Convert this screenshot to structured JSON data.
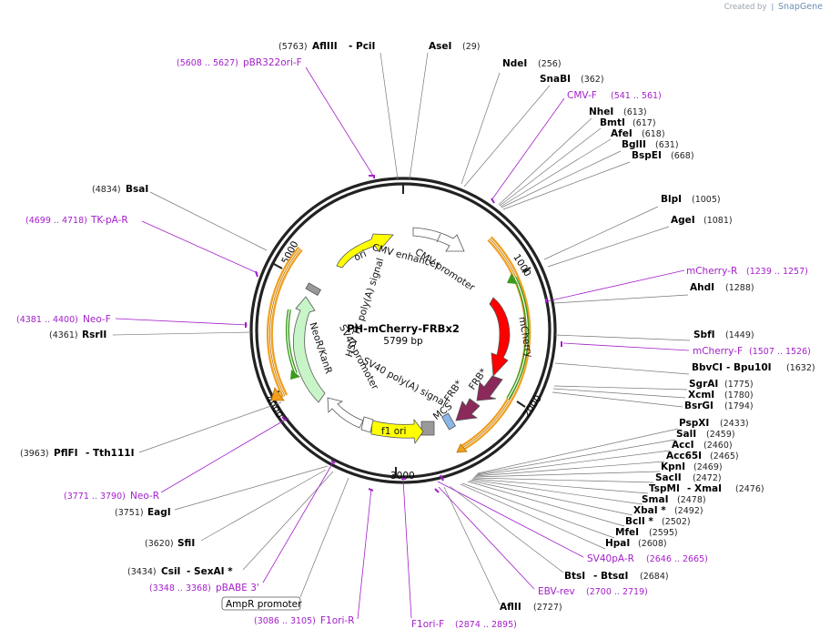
{
  "credit": {
    "prefix": "Created by",
    "brand": "SnapGene"
  },
  "plasmid": {
    "name": "PH-mCherry-FRBx2",
    "size": "5799 bp"
  },
  "ticks": [
    "1000",
    "2000",
    "3000",
    "4000",
    "5000"
  ],
  "features": {
    "ori": "ori",
    "cmv_enhancer": "CMV enhancer",
    "cmv_promoter": "CMV promoter",
    "mcherry": "mCherry",
    "frb1": "FRB*",
    "frb2": "FRB*",
    "mcs": "MCS",
    "sv40_polya": "SV40 poly(A) signal",
    "f1_ori": "f1 ori",
    "sv40_promoter": "SV40 promoter",
    "neo": "NeoR/KanR",
    "hsv_tk": "HSV TK poly(A) signal"
  },
  "ampr_box": "AmpR promoter",
  "sites": [
    {
      "id": "afliii",
      "name": "AflIII",
      "pos": "(5763)",
      "alt": "- PciI"
    },
    {
      "id": "asei",
      "name": "AseI",
      "pos": "(29)"
    },
    {
      "id": "ndei",
      "name": "NdeI",
      "pos": "(256)"
    },
    {
      "id": "snabi",
      "name": "SnaBI",
      "pos": "(362)"
    },
    {
      "id": "nhei",
      "name": "NheI",
      "pos": "(613)"
    },
    {
      "id": "bmti",
      "name": "BmtI",
      "pos": "(617)"
    },
    {
      "id": "afei",
      "name": "AfeI",
      "pos": "(618)"
    },
    {
      "id": "bglii",
      "name": "BglII",
      "pos": "(631)"
    },
    {
      "id": "bspei",
      "name": "BspEI",
      "pos": "(668)"
    },
    {
      "id": "blpi",
      "name": "BlpI",
      "pos": "(1005)"
    },
    {
      "id": "agei",
      "name": "AgeI",
      "pos": "(1081)"
    },
    {
      "id": "ahdi",
      "name": "AhdI",
      "pos": "(1288)"
    },
    {
      "id": "sbfi",
      "name": "SbfI",
      "pos": "(1449)"
    },
    {
      "id": "bbvci",
      "name": "BbvCI",
      "pos": "(1632)",
      "alt": "- Bpu10I"
    },
    {
      "id": "sgrai",
      "name": "SgrAI",
      "pos": "(1775)"
    },
    {
      "id": "xcmi",
      "name": "XcmI",
      "pos": "(1780)"
    },
    {
      "id": "bsrgi",
      "name": "BsrGI",
      "pos": "(1794)"
    },
    {
      "id": "pspxi",
      "name": "PspXI",
      "pos": "(2433)"
    },
    {
      "id": "sali",
      "name": "SalI",
      "pos": "(2459)"
    },
    {
      "id": "acci",
      "name": "AccI",
      "pos": "(2460)"
    },
    {
      "id": "acc65i",
      "name": "Acc65I",
      "pos": "(2465)"
    },
    {
      "id": "kpni",
      "name": "KpnI",
      "pos": "(2469)"
    },
    {
      "id": "sacii",
      "name": "SacII",
      "pos": "(2472)"
    },
    {
      "id": "tspmi",
      "name": "TspMI",
      "pos": "(2476)",
      "alt": "- XmaI"
    },
    {
      "id": "smai",
      "name": "SmaI",
      "pos": "(2478)"
    },
    {
      "id": "xbai",
      "name": "XbaI *",
      "pos": "(2492)"
    },
    {
      "id": "bcli",
      "name": "BclI *",
      "pos": "(2502)"
    },
    {
      "id": "mfei",
      "name": "MfeI",
      "pos": "(2595)"
    },
    {
      "id": "hpai",
      "name": "HpaI",
      "pos": "(2608)"
    },
    {
      "id": "btsi",
      "name": "BtsI",
      "pos": "(2684)",
      "alt": "- BtsαI"
    },
    {
      "id": "aflii",
      "name": "AflII",
      "pos": "(2727)"
    },
    {
      "id": "bsai",
      "name": "BsaI",
      "pos": "(4834)"
    },
    {
      "id": "rsrii",
      "name": "RsrII",
      "pos": "(4361)"
    },
    {
      "id": "pflfi",
      "name": "PflFI",
      "pos": "(3963)",
      "alt": "- Tth111I"
    },
    {
      "id": "eagi",
      "name": "EagI",
      "pos": "(3751)"
    },
    {
      "id": "sfii",
      "name": "SfiI",
      "pos": "(3620)"
    },
    {
      "id": "csii",
      "name": "CsiI",
      "pos": "(3434)",
      "alt": "- SexAI *"
    }
  ],
  "primers": [
    {
      "id": "pbr322ori",
      "name": "pBR322ori-F",
      "pos": "(5608 .. 5627)"
    },
    {
      "id": "cmvf",
      "name": "CMV-F",
      "pos": "(541 .. 561)"
    },
    {
      "id": "mcherryr",
      "name": "mCherry-R",
      "pos": "(1239 .. 1257)"
    },
    {
      "id": "mcherryf",
      "name": "mCherry-F",
      "pos": "(1507 .. 1526)"
    },
    {
      "id": "sv40par",
      "name": "SV40pA-R",
      "pos": "(2646 .. 2665)"
    },
    {
      "id": "ebvrev",
      "name": "EBV-rev",
      "pos": "(2700 .. 2719)"
    },
    {
      "id": "f1orif",
      "name": "F1ori-F",
      "pos": "(2874 .. 2895)"
    },
    {
      "id": "f1orir",
      "name": "F1ori-R",
      "pos": "(3086 .. 3105)"
    },
    {
      "id": "pbabe3",
      "name": "pBABE 3'",
      "pos": "(3348 .. 3368)"
    },
    {
      "id": "neor",
      "name": "Neo-R",
      "pos": "(3771 .. 3790)"
    },
    {
      "id": "neof",
      "name": "Neo-F",
      "pos": "(4381 .. 4400)"
    },
    {
      "id": "tkpar",
      "name": "TK-pA-R",
      "pos": "(4699 .. 4718)"
    }
  ],
  "colors": {
    "backbone": "#222222",
    "primer": "#a21fc9",
    "ori": "#ffff00",
    "mcherry": "#ff0000",
    "frb": "#8b2a5a",
    "mcs": "#8ab7e8",
    "f1ori": "#ffff00",
    "neo": "#c8f5c8",
    "orange_arc": "#f0a020",
    "green_arc": "#3c9a1e"
  }
}
